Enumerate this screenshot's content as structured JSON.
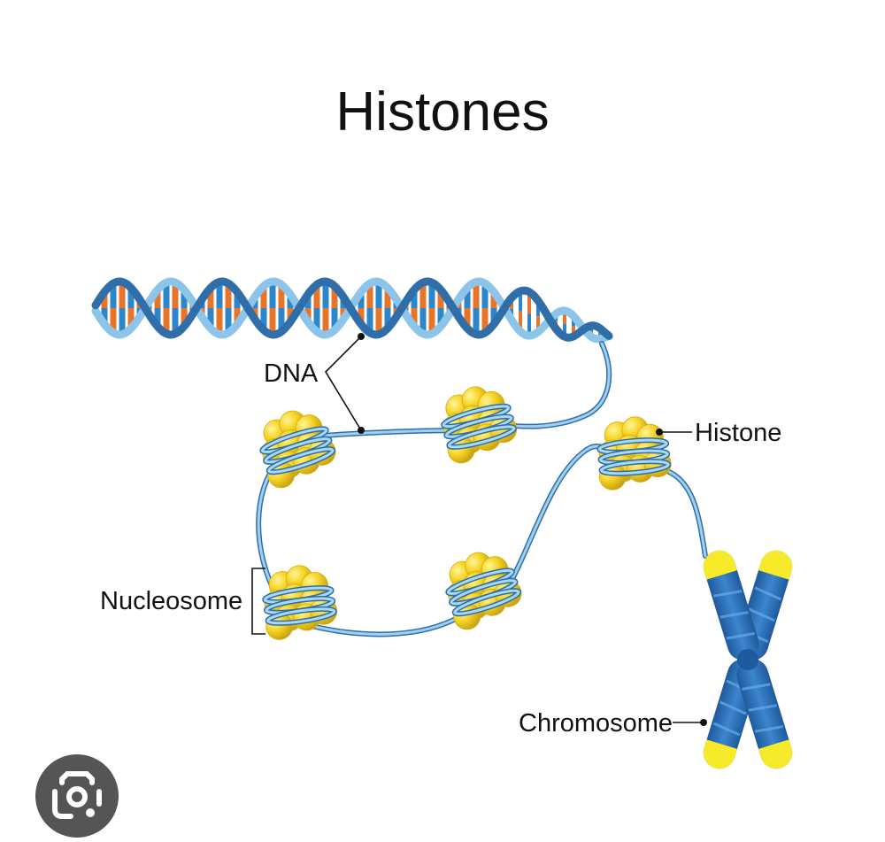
{
  "title": "Histones",
  "labels": {
    "dna": "DNA",
    "histone": "Histone",
    "nucleosome": "Nucleosome",
    "chromosome": "Chromosome"
  },
  "colors": {
    "dna_strand": "#8cc4ea",
    "dna_strand_dark": "#2f6ea8",
    "base_blue": "#2c86c9",
    "base_orange": "#e8742a",
    "histone_yellow": "#f2cc1c",
    "histone_light": "#fde968",
    "histone_dark": "#c9a212",
    "chromosome_blue": "#2b6cb3",
    "chromosome_tip": "#f6ea2a",
    "leader_line": "#111111"
  },
  "icons": {
    "lens": "google-lens-camera-icon"
  }
}
